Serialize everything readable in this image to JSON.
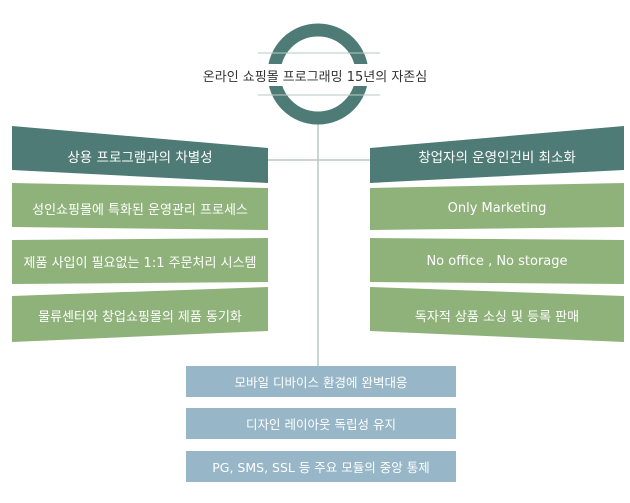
{
  "title": "온라인 쇼핑몰 프로그래밍 15년의 자존심",
  "left": {
    "header": "상용 프로그램과의 차별성",
    "items": [
      "성인쇼핑몰에 특화된 운영관리 프로세스",
      "제품 사입이 필요없는 1:1 주문처리 시스템",
      "물류센터와 창업쇼핑몰의 제품 동기화"
    ]
  },
  "right": {
    "header": "창업자의 운영인건비 최소화",
    "items": [
      "Only Marketing",
      "No office , No storage",
      "독자적 상품 소싱 및 등록 판매"
    ]
  },
  "bottom": {
    "items": [
      "모바일 디바이스 환경에 완벽대응",
      "디자인 레이아웃 독립성 유지",
      "PG, SMS, SSL 등 주요 모듈의 중앙 통제"
    ]
  },
  "colors": {
    "header": "#4e7b76",
    "item": "#8fb27a",
    "bottom": "#97b6c7",
    "ring": "#4e7b76",
    "line": "#b9c8c6"
  }
}
